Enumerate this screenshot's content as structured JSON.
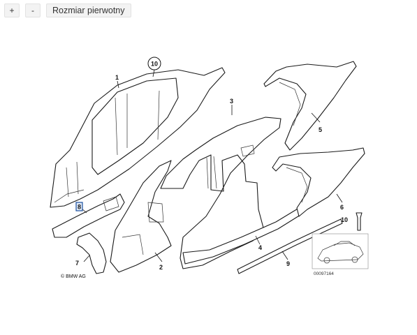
{
  "toolbar": {
    "zoom_in_label": "+",
    "zoom_out_label": "-",
    "original_size_label": "Rozmiar pierwotny"
  },
  "diagram": {
    "part_labels": [
      "1",
      "2",
      "3",
      "4",
      "5",
      "6",
      "7",
      "8",
      "9",
      "10"
    ],
    "circled_label": "10",
    "highlighted_label": "8",
    "copyright": "© BMW AG",
    "image_code": "00097164"
  }
}
